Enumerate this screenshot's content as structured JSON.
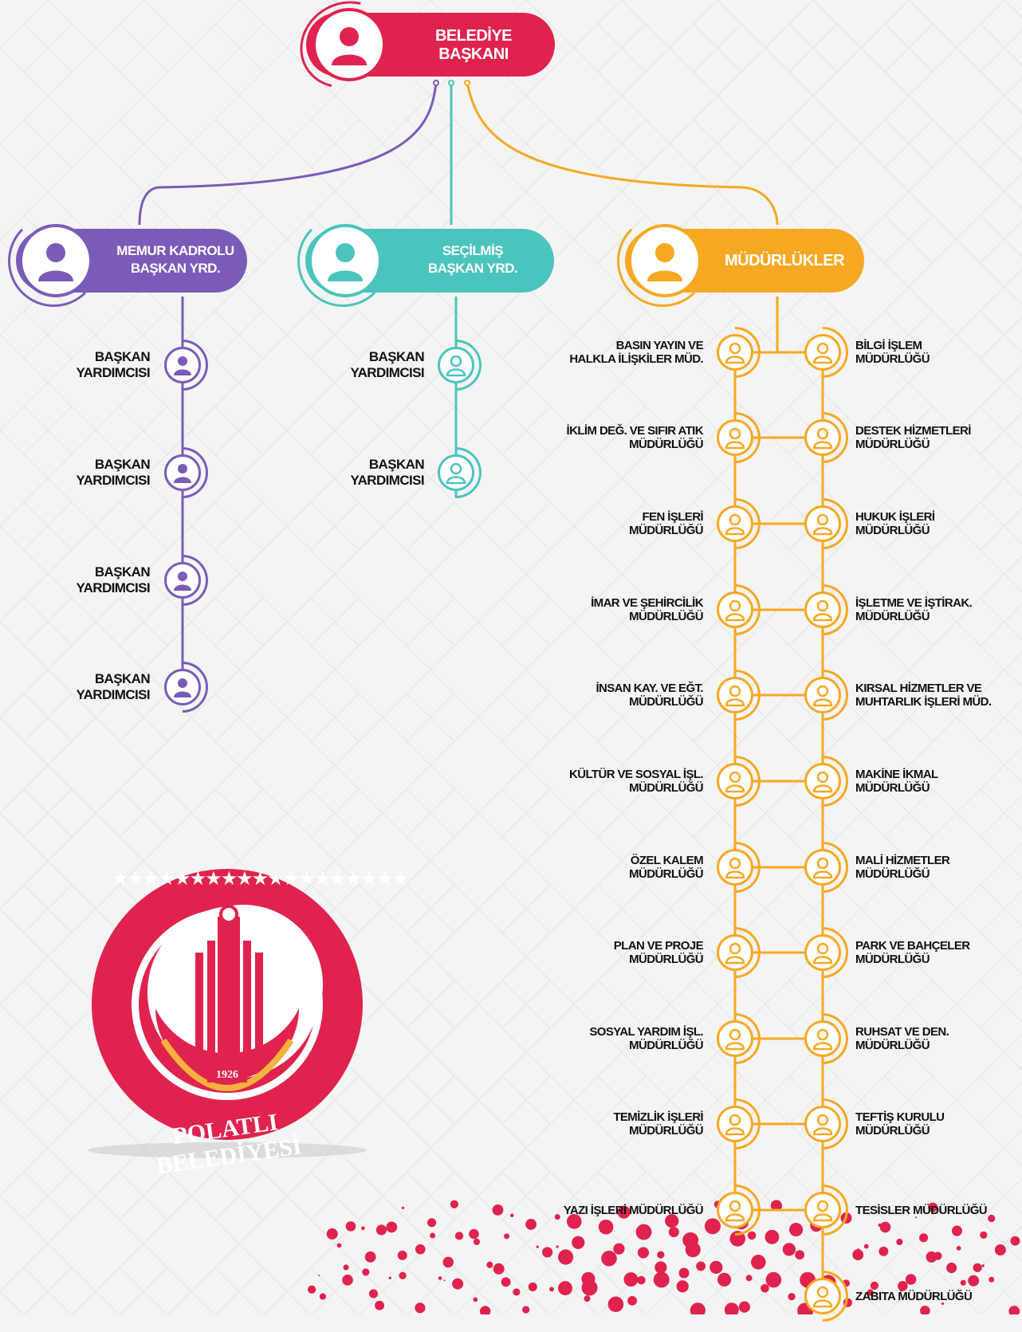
{
  "colors": {
    "red": "#e0234e",
    "purple": "#7b5bb8",
    "teal": "#4bc4bd",
    "orange": "#f7a823"
  },
  "top": {
    "label_line1": "BELEDİYE",
    "label_line2": "BAŞKANI",
    "icon": "person-icon"
  },
  "memur": {
    "label_line1": "MEMUR KADROLU",
    "label_line2": "BAŞKAN YRD.",
    "icon": "person-icon"
  },
  "secilmis": {
    "label_line1": "SEÇİLMİŞ",
    "label_line2": "BAŞKAN YRD.",
    "icon": "person-icon"
  },
  "mudurlukler": {
    "label": "MÜDÜRLÜKLER",
    "icon": "person-icon"
  },
  "memur_children": [
    {
      "line1": "BAŞKAN",
      "line2": "YARDIMCISI"
    },
    {
      "line1": "BAŞKAN",
      "line2": "YARDIMCISI"
    },
    {
      "line1": "BAŞKAN",
      "line2": "YARDIMCISI"
    },
    {
      "line1": "BAŞKAN",
      "line2": "YARDIMCISI"
    }
  ],
  "secilmis_children": [
    {
      "line1": "BAŞKAN",
      "line2": "YARDIMCISI"
    },
    {
      "line1": "BAŞKAN",
      "line2": "YARDIMCISI"
    }
  ],
  "left_units": [
    {
      "line1": "BASIN YAYIN VE",
      "line2": "HALKLA İLİŞKİLER MÜD."
    },
    {
      "line1": "İKLİM DEĞ. VE SIFIR ATIK",
      "line2": "MÜDÜRLÜĞÜ"
    },
    {
      "line1": "FEN İŞLERİ",
      "line2": "MÜDÜRLÜĞÜ"
    },
    {
      "line1": "İMAR VE ŞEHİRCİLİK",
      "line2": "MÜDÜRLÜĞÜ"
    },
    {
      "line1": "İNSAN KAY. VE EĞT.",
      "line2": "MÜDÜRLÜĞÜ"
    },
    {
      "line1": "KÜLTÜR VE SOSYAL İŞL.",
      "line2": "MÜDÜRLÜĞÜ"
    },
    {
      "line1": "ÖZEL KALEM",
      "line2": "MÜDÜRLÜĞÜ"
    },
    {
      "line1": "PLAN VE PROJE",
      "line2": "MÜDÜRLÜĞÜ"
    },
    {
      "line1": "SOSYAL YARDIM İŞL.",
      "line2": "MÜDÜRLÜĞÜ"
    },
    {
      "line1": "TEMİZLİK İŞLERİ",
      "line2": "MÜDÜRLÜĞÜ"
    },
    {
      "line1": "YAZI İŞLERİ MÜDÜRLÜĞÜ",
      "line2": ""
    }
  ],
  "right_units": [
    {
      "line1": "BİLGİ İŞLEM",
      "line2": "MÜDÜRLÜĞÜ"
    },
    {
      "line1": "DESTEK HİZMETLERİ",
      "line2": "MÜDÜRLÜĞÜ"
    },
    {
      "line1": "HUKUK İŞLERİ",
      "line2": "MÜDÜRLÜĞÜ"
    },
    {
      "line1": "İŞLETME VE İŞTİRAK.",
      "line2": "MÜDÜRLÜĞÜ"
    },
    {
      "line1": "KIRSAL HİZMETLER VE",
      "line2": "MUHTARLIK İŞLERİ MÜD."
    },
    {
      "line1": "MAKİNE İKMAL",
      "line2": "MÜDÜRLÜĞÜ"
    },
    {
      "line1": "MALİ HİZMETLER",
      "line2": "MÜDÜRLÜĞÜ"
    },
    {
      "line1": "PARK VE BAHÇELER",
      "line2": "MÜDÜRLÜĞÜ"
    },
    {
      "line1": "RUHSAT VE DEN.",
      "line2": "MÜDÜRLÜĞÜ"
    },
    {
      "line1": "TEFTİŞ KURULU",
      "line2": "MÜDÜRLÜĞÜ"
    },
    {
      "line1": "TESİSLER MÜDÜRLÜĞÜ",
      "line2": ""
    },
    {
      "line1": "ZABITA MÜDÜRLÜĞÜ",
      "line2": ""
    }
  ],
  "logo": {
    "name": "POLATLI BELEDİYESİ",
    "year": "1926",
    "stars": "★★★★★★★★★★★★★★★★★★★"
  }
}
